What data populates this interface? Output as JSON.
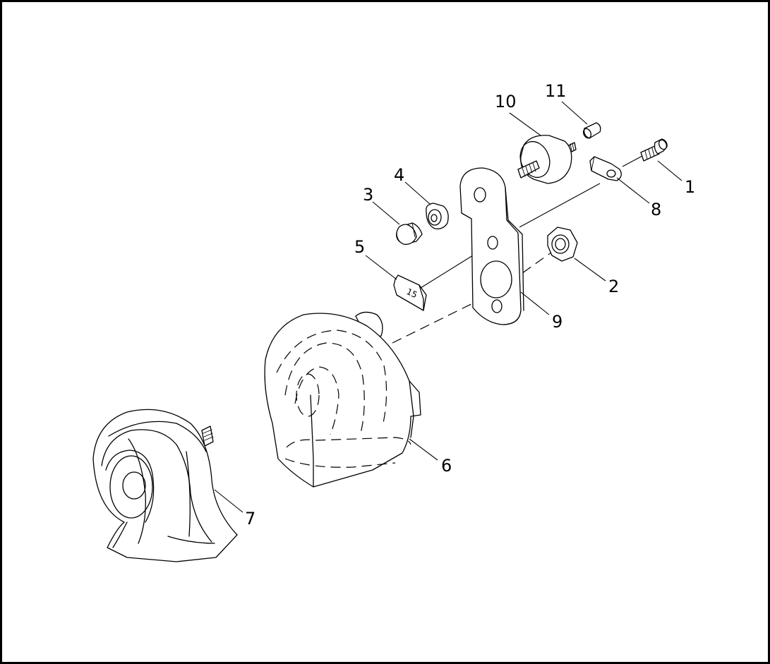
{
  "callouts": [
    {
      "id": "1",
      "text": "1"
    },
    {
      "id": "2",
      "text": "2"
    },
    {
      "id": "3",
      "text": "3"
    },
    {
      "id": "4",
      "text": "4"
    },
    {
      "id": "5",
      "text": "5"
    },
    {
      "id": "6",
      "text": "6"
    },
    {
      "id": "7",
      "text": "7"
    },
    {
      "id": "8",
      "text": "8"
    },
    {
      "id": "9",
      "text": "9"
    },
    {
      "id": "10",
      "text": "10"
    },
    {
      "id": "11",
      "text": "11"
    }
  ],
  "clip_stamp": "15"
}
